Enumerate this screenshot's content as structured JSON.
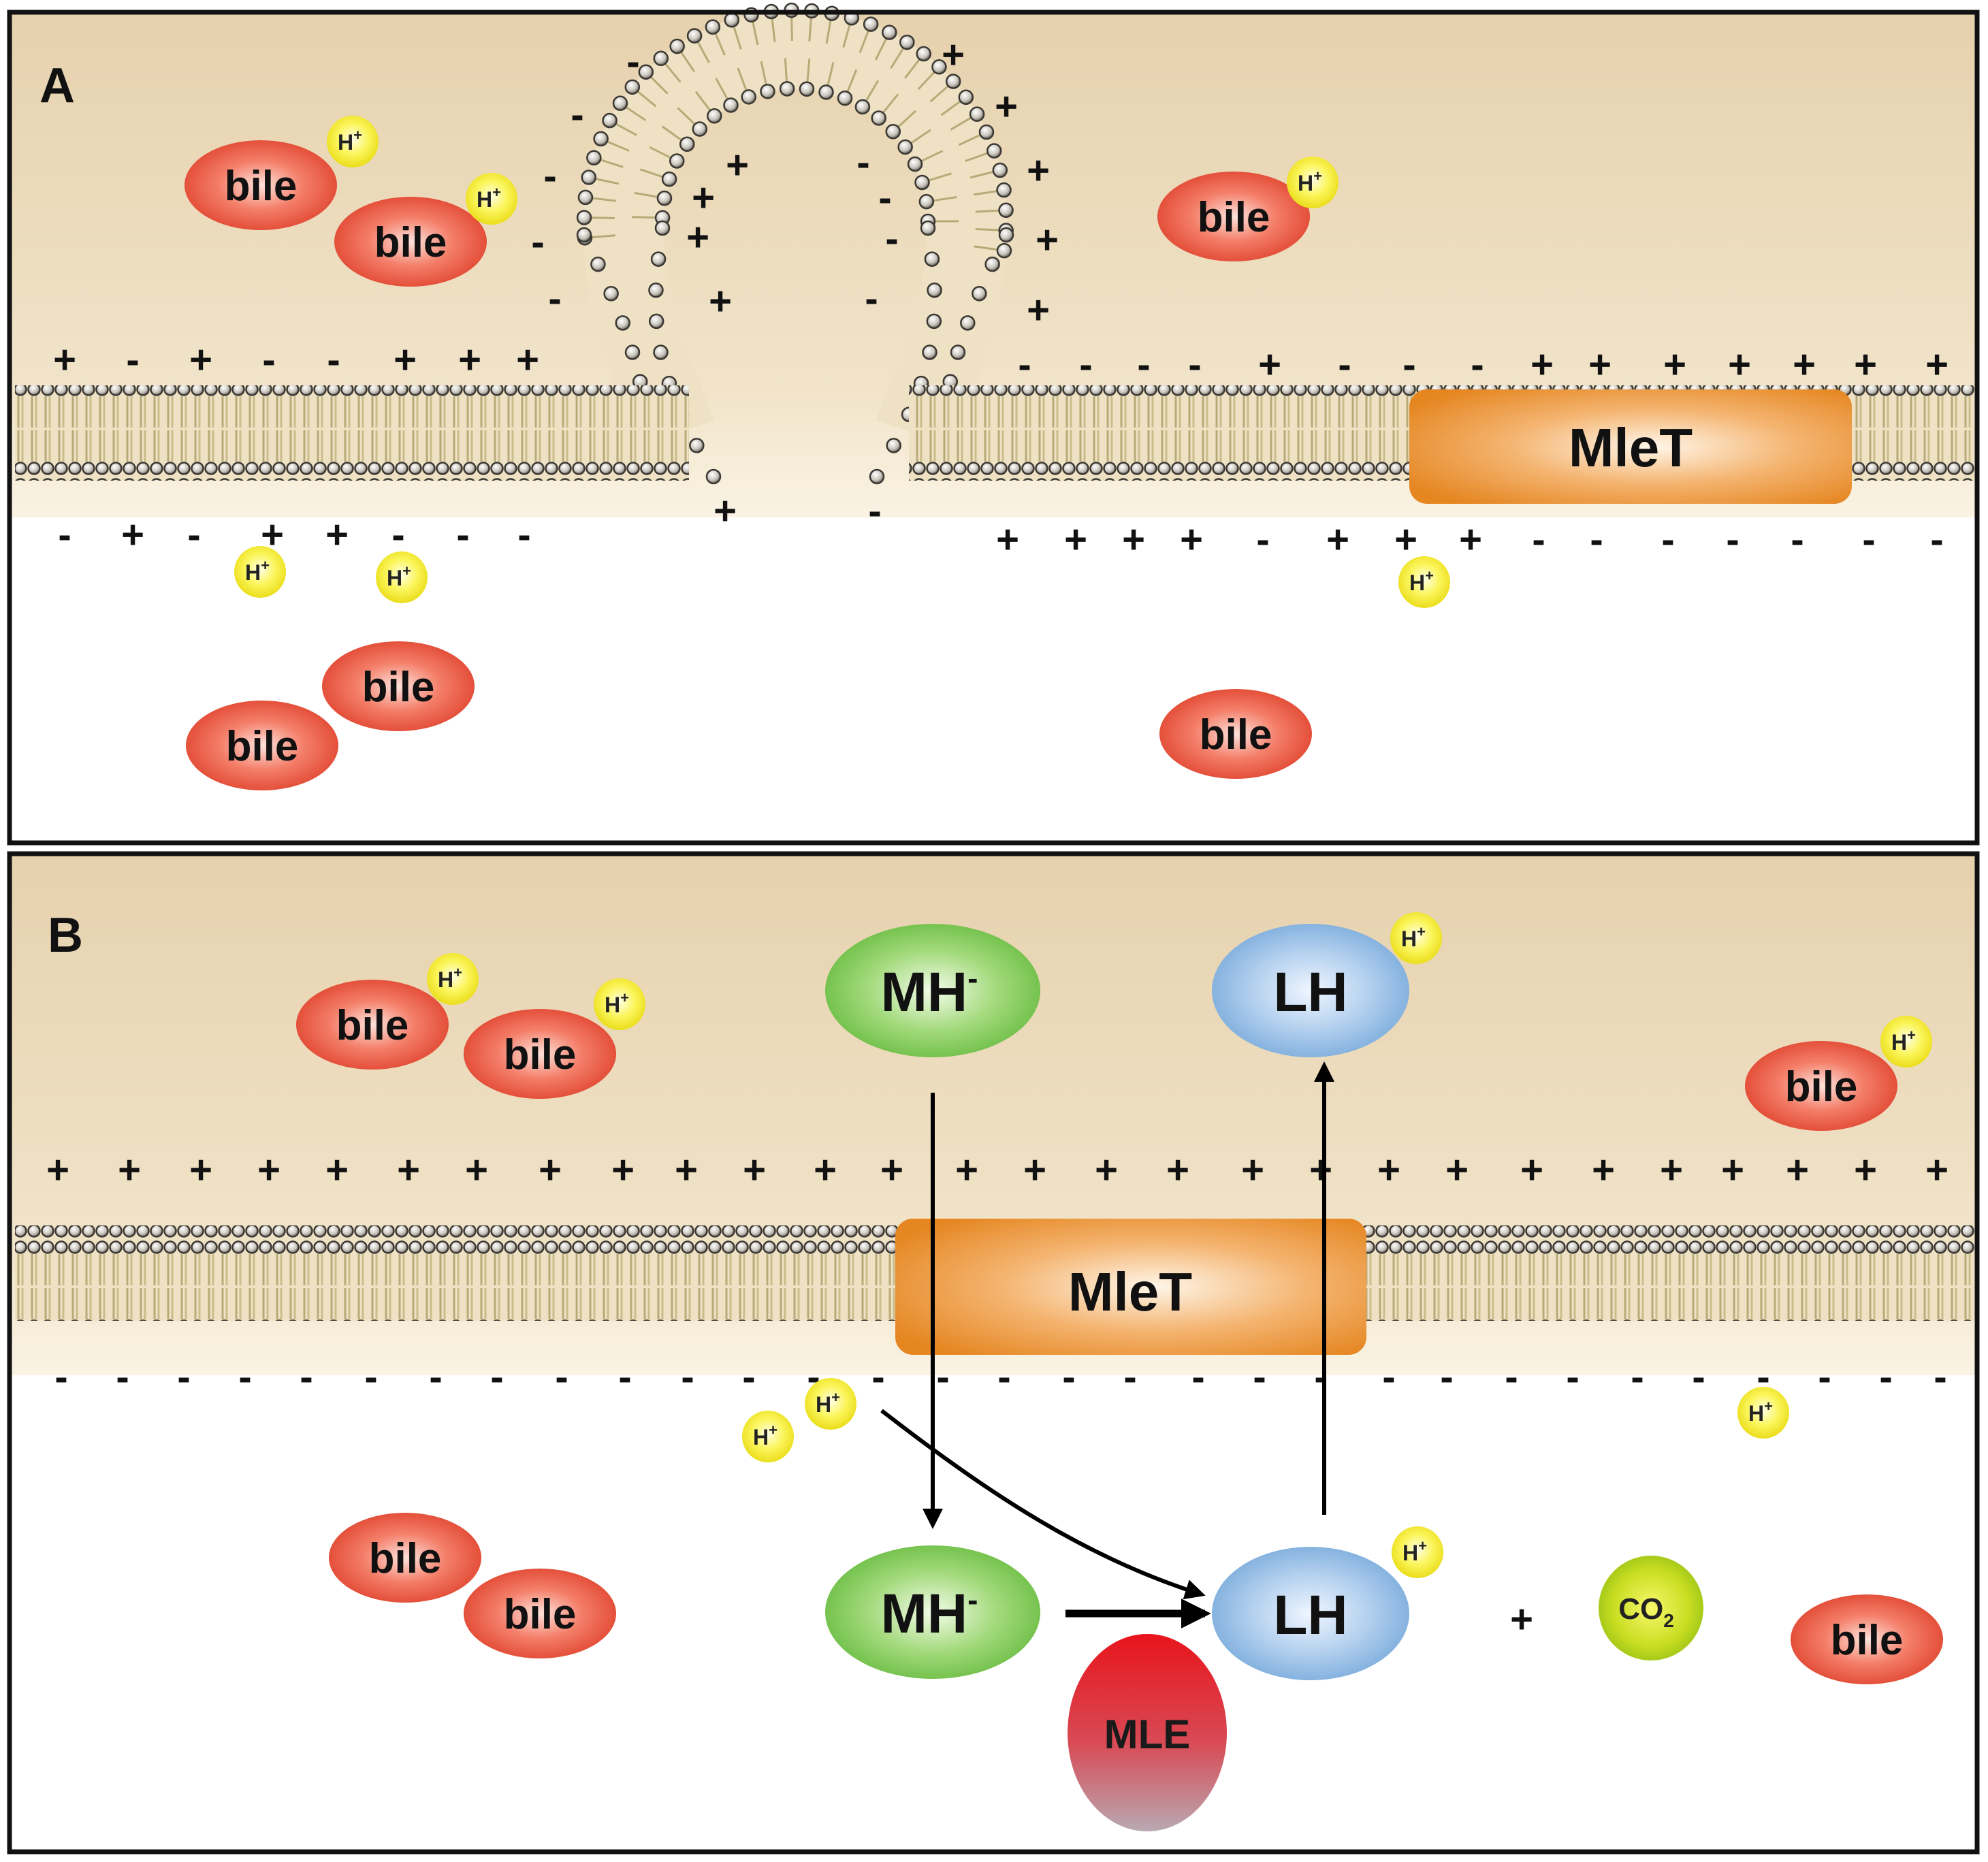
{
  "panels": {
    "a": {
      "label": "A"
    },
    "b": {
      "label": "B"
    }
  },
  "labels": {
    "bile": "bile",
    "hplus": "H",
    "hplus_sup": "+",
    "mlet": "MleT",
    "mh_main": "MH",
    "mh_sup": "-",
    "lh": "LH",
    "mle": "MLE",
    "co2_main": "CO",
    "co2_sub": "2",
    "plus": "+",
    "minus": "-"
  },
  "colors": {
    "outside_bg": "#ecdcbd",
    "inside_bg": "#ffffff",
    "bile": "#e8503a",
    "proton": "#f3ec1c",
    "mlet": "#ea8d2b",
    "mh": "#6cc145",
    "lh": "#7fb0db",
    "mle": "#e51d25",
    "co2": "#b8d61c",
    "border": "#111111"
  }
}
